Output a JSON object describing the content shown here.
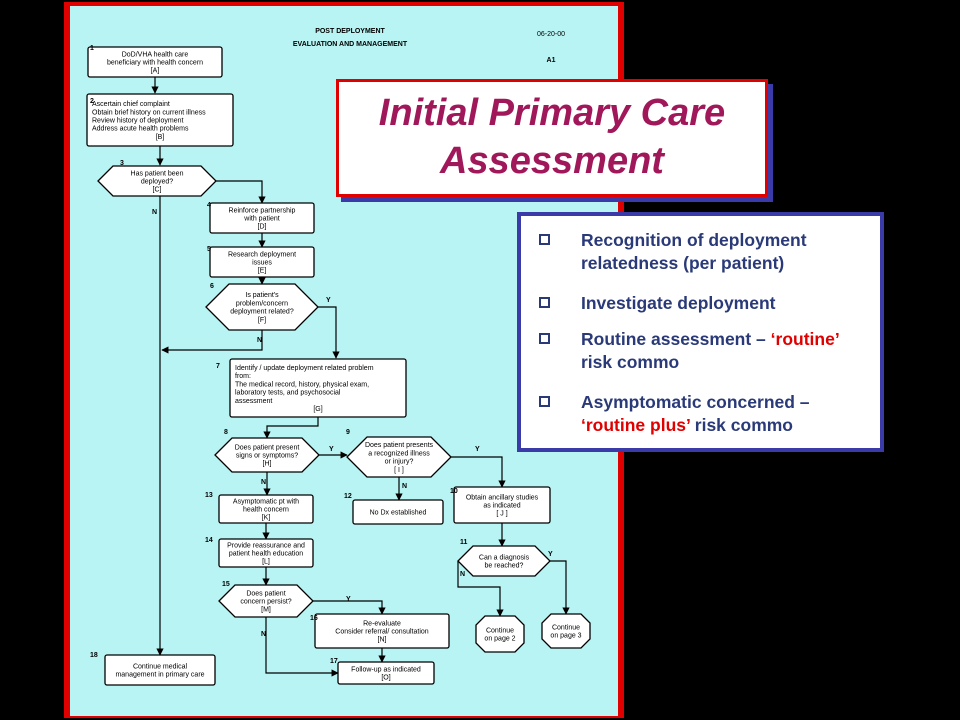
{
  "header": {
    "title_line1": "POST DEPLOYMENT",
    "title_line2": "EVALUATION AND MANAGEMENT",
    "date": "06-20-00",
    "code": "A1"
  },
  "nodes": [
    {
      "id": "n1",
      "num": "1",
      "lines": [
        "DoD/VHA health care",
        "beneficiary with health concern",
        "[A]"
      ]
    },
    {
      "id": "n2",
      "num": "2",
      "lines": [
        "Ascertain chief complaint",
        "Obtain brief history on current illness",
        "Review history of deployment",
        "Address acute health problems",
        "[B]"
      ]
    },
    {
      "id": "n3",
      "num": "3",
      "lines": [
        "Has patient been",
        "deployed?",
        "[C]"
      ]
    },
    {
      "id": "n4",
      "num": "4",
      "lines": [
        "Reinforce partnership",
        "with patient",
        "[D]"
      ]
    },
    {
      "id": "n5",
      "num": "5",
      "lines": [
        "Research deployment",
        "issues",
        "[E]"
      ]
    },
    {
      "id": "n6",
      "num": "6",
      "lines": [
        "Is patient's",
        "problem/concern",
        "deployment related?",
        "[F]"
      ]
    },
    {
      "id": "n7",
      "num": "7",
      "lines": [
        "Identify / update deployment related problem",
        "from:",
        "The medical record, history, physical exam,",
        "laboratory tests, and psychosocial",
        "assessment",
        "[G]"
      ]
    },
    {
      "id": "n8",
      "num": "8",
      "lines": [
        "Does patient present",
        "signs or symptoms?",
        "[H]"
      ]
    },
    {
      "id": "n9",
      "num": "9",
      "lines": [
        "Does patient presents",
        "a recognized illness",
        "or injury?",
        "[ I ]"
      ]
    },
    {
      "id": "n10",
      "num": "10",
      "lines": [
        "Obtain ancillary studies",
        "as indicated",
        "[ J ]"
      ]
    },
    {
      "id": "n11",
      "num": "11",
      "lines": [
        "Can a diagnosis",
        "be reached?"
      ]
    },
    {
      "id": "n12",
      "num": "12",
      "lines": [
        "No Dx established"
      ]
    },
    {
      "id": "n13",
      "num": "13",
      "lines": [
        "Asymptomatic pt with",
        "health concern",
        "[K]"
      ]
    },
    {
      "id": "n14",
      "num": "14",
      "lines": [
        "Provide reassurance and",
        "patient health education",
        "[L]"
      ]
    },
    {
      "id": "n15",
      "num": "15",
      "lines": [
        "Does patient",
        "concern persist?",
        "[M]"
      ]
    },
    {
      "id": "n16",
      "num": "16",
      "lines": [
        "Re-evaluate",
        "Consider referral/ consultation",
        "[N]"
      ]
    },
    {
      "id": "n17",
      "num": "17",
      "lines": [
        "Follow-up as indicated",
        "[O]"
      ]
    },
    {
      "id": "n18",
      "num": "18",
      "lines": [
        "Continue medical",
        "management in primary care"
      ]
    },
    {
      "id": "p2",
      "num": "",
      "lines": [
        "Continue",
        "on page 2"
      ]
    },
    {
      "id": "p3",
      "num": "",
      "lines": [
        "Continue",
        "on page 3"
      ]
    }
  ],
  "branch_labels": {
    "n3_no": "N",
    "n6_yes": "Y",
    "n6_no": "N",
    "n8_yes": "Y",
    "n8_no": "N",
    "n9_yes": "Y",
    "n9_no": "N",
    "n11_yes": "Y",
    "n11_no": "N",
    "n15_yes": "Y",
    "n15_no": "N"
  },
  "title": {
    "line1": "Initial Primary Care",
    "line2": "Assessment"
  },
  "bullets": [
    {
      "parts": [
        {
          "text": "Recognition of deployment relatedness (per patient)",
          "red": false
        }
      ]
    },
    {
      "parts": [
        {
          "text": "Investigate deployment",
          "red": false
        }
      ]
    },
    {
      "parts": [
        {
          "text": "Routine assessment – ",
          "red": false
        },
        {
          "text": "‘routine’",
          "red": true
        },
        {
          "text": " risk commo",
          "red": false
        }
      ]
    },
    {
      "parts": [
        {
          "text": "Asymptomatic concerned – ",
          "red": false
        },
        {
          "text": "‘routine plus’",
          "red": true
        },
        {
          "text": " risk commo",
          "red": false
        }
      ]
    }
  ],
  "colors": {
    "background": "#000000",
    "page_border": "#e00000",
    "page_fill": "#b8f4f4",
    "title_text": "#a0185a",
    "bullet_text": "#2a3a78",
    "bullet_border": "#3a3aa8",
    "highlight": "#e00000"
  }
}
